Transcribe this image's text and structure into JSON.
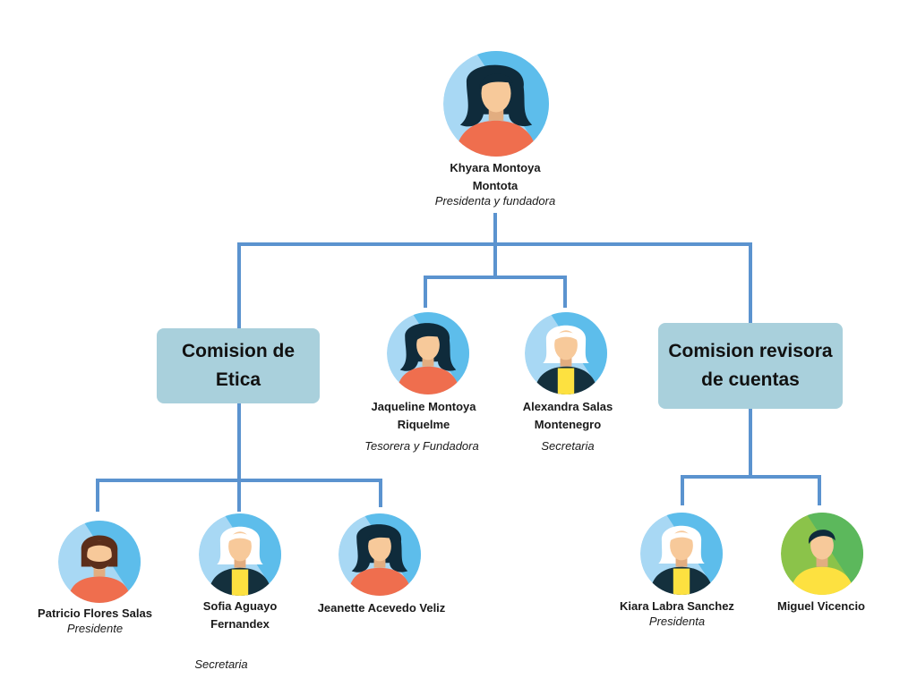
{
  "colors": {
    "connector": "#5b93cf",
    "committee_box": "#a9d0dc",
    "avatar_bg_blue": "#5dbdeb",
    "avatar_bg_green": "#8bc34a",
    "shirt_coral": "#ef6e4e",
    "shirt_yellow": "#fde140",
    "hair_dark": "#0f2b3b",
    "hair_white": "#ffffff",
    "hair_brown": "#5b2e1a",
    "skin": "#f7c99a"
  },
  "president": {
    "avatar_icon": "woman-dark-hair-avatar-icon",
    "name_line1": "Khyara Montoya",
    "name_line2": "Montota",
    "role": "Presidenta y fundadora"
  },
  "committees": {
    "etica": {
      "line1": "Comision de",
      "line2": "Etica"
    },
    "revisora": {
      "line1": "Comision revisora",
      "line2": "de cuentas"
    }
  },
  "board": [
    {
      "avatar_icon": "woman-dark-hair-avatar-icon",
      "name_line1": "Jaqueline Montoya",
      "name_line2": "Riquelme",
      "role": "Tesorera y Fundadora"
    },
    {
      "avatar_icon": "woman-white-hair-avatar-icon",
      "name_line1": "Alexandra Salas",
      "name_line2": "Montenegro",
      "role": "Secretaria"
    }
  ],
  "etica_members": [
    {
      "avatar_icon": "man-beard-avatar-icon",
      "name_line1": "Patricio Flores Salas",
      "role": "Presidente"
    },
    {
      "avatar_icon": "woman-white-hair-avatar-icon",
      "name_line1": "Sofia Aguayo",
      "name_line2": "Fernandex",
      "role": "Secretaria"
    },
    {
      "avatar_icon": "woman-dark-hair-avatar-icon",
      "name_line1": "Jeanette Acevedo Veliz"
    }
  ],
  "revisora_members": [
    {
      "avatar_icon": "woman-white-hair-avatar-icon",
      "name_line1": "Kiara Labra Sanchez",
      "role": "Presidenta"
    },
    {
      "avatar_icon": "man-short-hair-avatar-icon",
      "name_line1": "Miguel Vicencio"
    }
  ]
}
